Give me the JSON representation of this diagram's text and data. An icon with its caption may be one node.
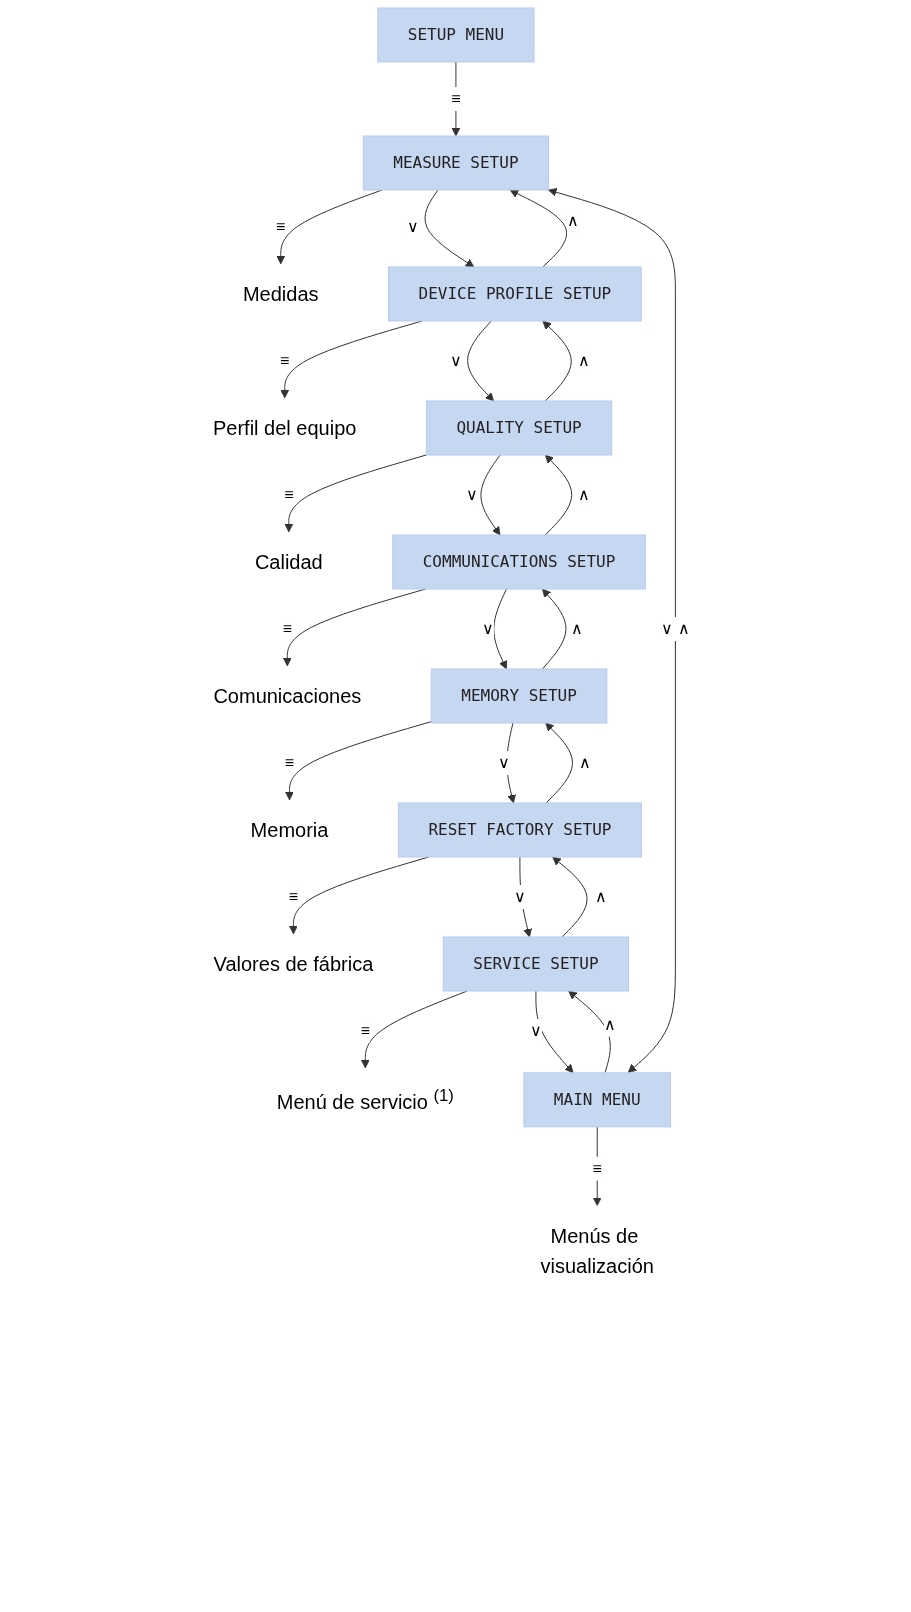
{
  "diagram": {
    "nodes": [
      {
        "text": [
          "SETUP MENU"
        ]
      },
      {
        "text": [
          "MEASURE SETUP"
        ]
      },
      {
        "text": [
          "Medidas"
        ]
      },
      {
        "text": [
          "DEVICE PROFILE SETUP"
        ]
      },
      {
        "text": [
          "Perfil del equipo"
        ]
      },
      {
        "text": [
          "QUALITY SETUP"
        ]
      },
      {
        "text": [
          "Calidad"
        ]
      },
      {
        "text": [
          "COMMUNICATIONS SETUP"
        ]
      },
      {
        "text": [
          "Comunicaciones"
        ]
      },
      {
        "text": [
          "MEMORY SETUP"
        ]
      },
      {
        "text": [
          "Memoria"
        ]
      },
      {
        "text": [
          "RESET FACTORY SETUP"
        ]
      },
      {
        "text": [
          "Valores de fábrica"
        ]
      },
      {
        "text": [
          "SERVICE SETUP"
        ]
      },
      {
        "text": [
          "Menú de servicio $^{(1)}$"
        ]
      },
      {
        "text": [
          "MAIN MENU"
        ]
      },
      {
        "text": [
          "Menús de visualización"
        ]
      }
    ],
    "edges": [
      {
        "from": 0,
        "to": 1,
        "arrow": "to",
        "label": "≡"
      },
      {
        "from": 1,
        "to": 2,
        "arrow": "to",
        "label": "≡"
      },
      {
        "from": 1,
        "to": 3,
        "arrow": "to",
        "label": "∨"
      },
      {
        "from": 3,
        "to": 1,
        "arrow": "to",
        "label": "∧"
      },
      {
        "from": 3,
        "to": 4,
        "arrow": "to",
        "label": "≡"
      },
      {
        "from": 3,
        "to": 5,
        "arrow": "to",
        "label": "∨"
      },
      {
        "from": 5,
        "to": 3,
        "arrow": "to",
        "label": "∧"
      },
      {
        "from": 5,
        "to": 6,
        "arrow": "to",
        "label": "≡"
      },
      {
        "from": 5,
        "to": 7,
        "arrow": "to",
        "label": "∨"
      },
      {
        "from": 7,
        "to": 5,
        "arrow": "to",
        "label": "∧"
      },
      {
        "from": 7,
        "to": 8,
        "arrow": "to",
        "label": "≡"
      },
      {
        "from": 7,
        "to": 9,
        "arrow": "to",
        "label": "∨"
      },
      {
        "from": 9,
        "to": 7,
        "arrow": "to",
        "label": "∧"
      },
      {
        "from": 9,
        "to": 10,
        "arrow": "to",
        "label": "≡"
      },
      {
        "from": 9,
        "to": 11,
        "arrow": "to",
        "label": "∨"
      },
      {
        "from": 11,
        "to": 9,
        "arrow": "to",
        "label": "∧"
      },
      {
        "from": 11,
        "to": 12,
        "arrow": "to",
        "label": "≡"
      },
      {
        "from": 11,
        "to": 13,
        "arrow": "to",
        "label": "∨"
      },
      {
        "from": 13,
        "to": 11,
        "arrow": "to",
        "label": "∧"
      },
      {
        "from": 13,
        "to": 14,
        "arrow": "to",
        "label": "≡"
      },
      {
        "from": 13,
        "to": 15,
        "arrow": "to",
        "label": "∨"
      },
      {
        "from": 15,
        "to": 13,
        "arrow": "to",
        "label": "∧"
      },
      {
        "from": 15,
        "to": 16,
        "arrow": "to",
        "label": "≡"
      },
      {
        "from": 15,
        "to": 1,
        "arrow": "both",
        "label": "∨ ∧"
      }
    ]
  }
}
